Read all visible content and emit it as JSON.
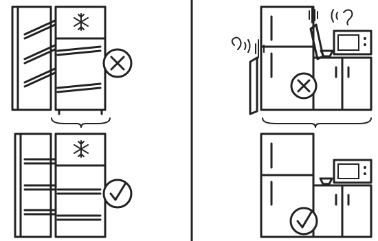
{
  "figure": {
    "panels": [
      {
        "id": "fridge-door-misaligned",
        "status": "incorrect",
        "icon": "cross-icon"
      },
      {
        "id": "fridge-door-aligned",
        "status": "correct",
        "icon": "check-icon"
      },
      {
        "id": "fridge-door-noisy-kitchen",
        "status": "incorrect",
        "icon": "cross-icon"
      },
      {
        "id": "fridge-quiet-kitchen",
        "status": "correct",
        "icon": "check-icon"
      }
    ],
    "icons": [
      "snowflake-icon",
      "cross-icon",
      "check-icon",
      "ear-icon",
      "sound-wave-icon",
      "microwave-icon",
      "cup-icon"
    ],
    "colors": {
      "line": "#222222",
      "background": "#ffffff"
    }
  }
}
